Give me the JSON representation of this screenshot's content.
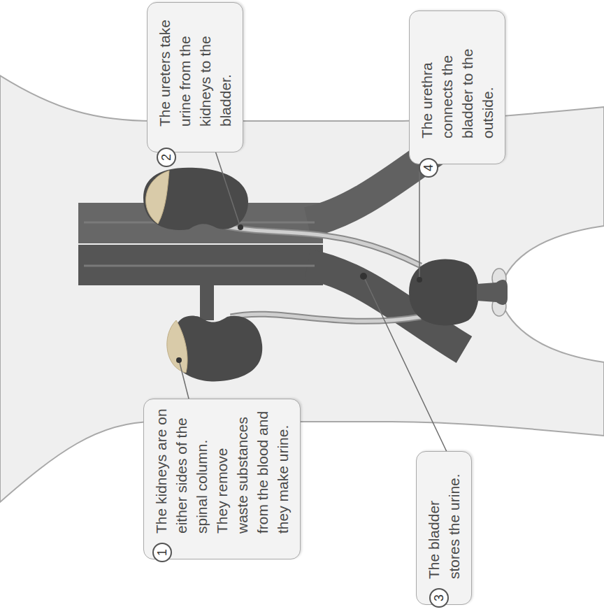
{
  "diagram": {
    "nodes": [
      {
        "text": [
          "The kidneys are on either sides of the spinal column. They remove waste substances from the blood and they make urine."
        ]
      },
      {
        "text": [
          "The ureters take urine from the kidneys to the bladder."
        ]
      },
      {
        "text": [
          "The bladder stores the urine."
        ]
      },
      {
        "text": [
          "The urethra connects the bladder to the outside."
        ]
      }
    ],
    "labels": [
      "1",
      "2",
      "3",
      "4"
    ]
  }
}
